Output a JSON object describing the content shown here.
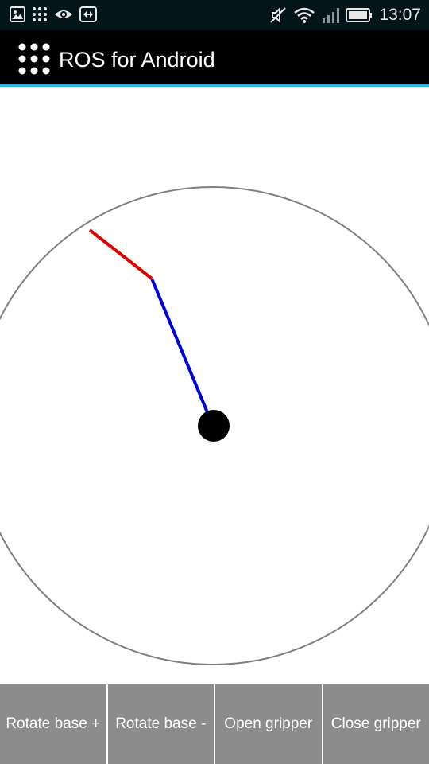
{
  "status_bar": {
    "time": "13:07",
    "left_icons": [
      "gallery-icon",
      "grid-icon",
      "eye-icon",
      "transfer-icon"
    ],
    "right_icons": [
      "mute-icon",
      "wifi-icon",
      "signal-icon",
      "battery-icon"
    ]
  },
  "action_bar": {
    "title": "ROS for Android",
    "icon": "app-grid-icon"
  },
  "arm_view": {
    "colors": {
      "boundary": "#808080",
      "base_joint": "#000000",
      "link_1": "#0000dd",
      "link_2": "#dd0000"
    }
  },
  "buttons": [
    {
      "label": "Rotate base +"
    },
    {
      "label": "Rotate base -"
    },
    {
      "label": "Open gripper"
    },
    {
      "label": "Close gripper"
    }
  ]
}
